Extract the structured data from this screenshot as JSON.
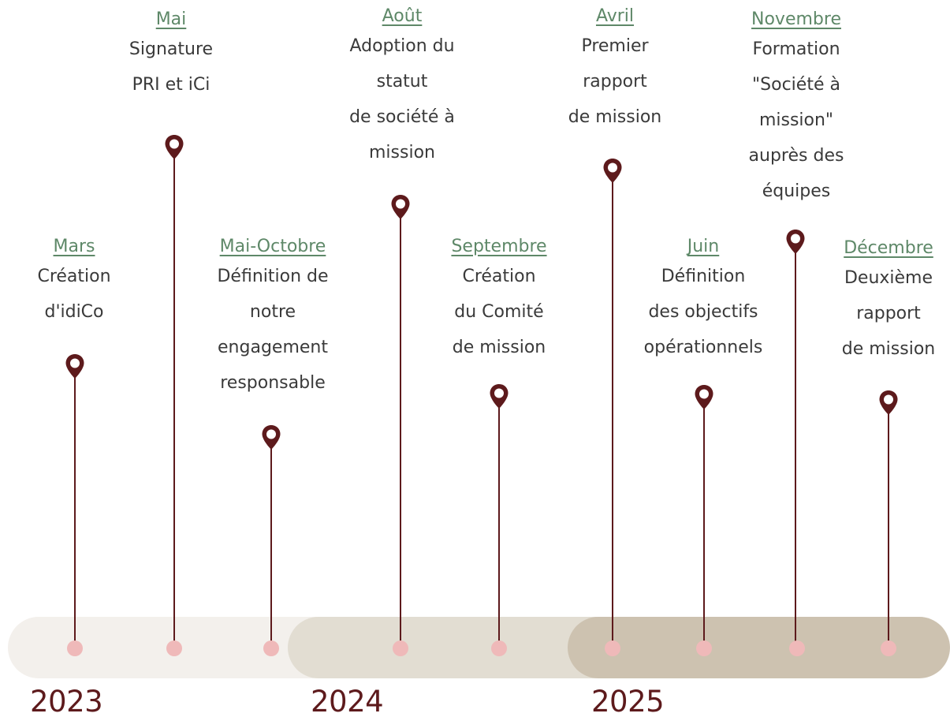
{
  "years": [
    "2023",
    "2024",
    "2025"
  ],
  "colors": {
    "accent_text": "#5e8868",
    "pin": "#5d1a1c",
    "dot": "#efb9b9",
    "band_2023": "#f3f0ec",
    "band_2024": "#e2ddd2",
    "band_2025": "#cdc2b0"
  },
  "events": [
    {
      "month": "Mars",
      "desc": "Création\nd'idiCo",
      "icon": "map-pin-icon"
    },
    {
      "month": "Mai",
      "desc": "Signature\nPRI et iCi",
      "icon": "map-pin-icon"
    },
    {
      "month": "Mai-Octobre",
      "desc": "Définition de\nnotre\nengagement\nresponsable",
      "icon": "map-pin-icon"
    },
    {
      "month": "Août",
      "desc": "Adoption du\nstatut\nde société à\nmission",
      "icon": "map-pin-icon"
    },
    {
      "month": "Septembre",
      "desc": "Création\ndu Comité\nde mission",
      "icon": "map-pin-icon"
    },
    {
      "month": "Avril",
      "desc": "Premier\nrapport\nde mission",
      "icon": "map-pin-icon"
    },
    {
      "month": "Juin",
      "desc": "Définition\ndes objectifs\nopérationnels",
      "icon": "map-pin-icon"
    },
    {
      "month": "Novembre",
      "desc": "Formation\n\"Société à\nmission\"\nauprès des\néquipes",
      "icon": "map-pin-icon"
    },
    {
      "month": "Décembre",
      "desc": "Deuxième\nrapport\nde mission",
      "icon": "map-pin-icon"
    }
  ]
}
